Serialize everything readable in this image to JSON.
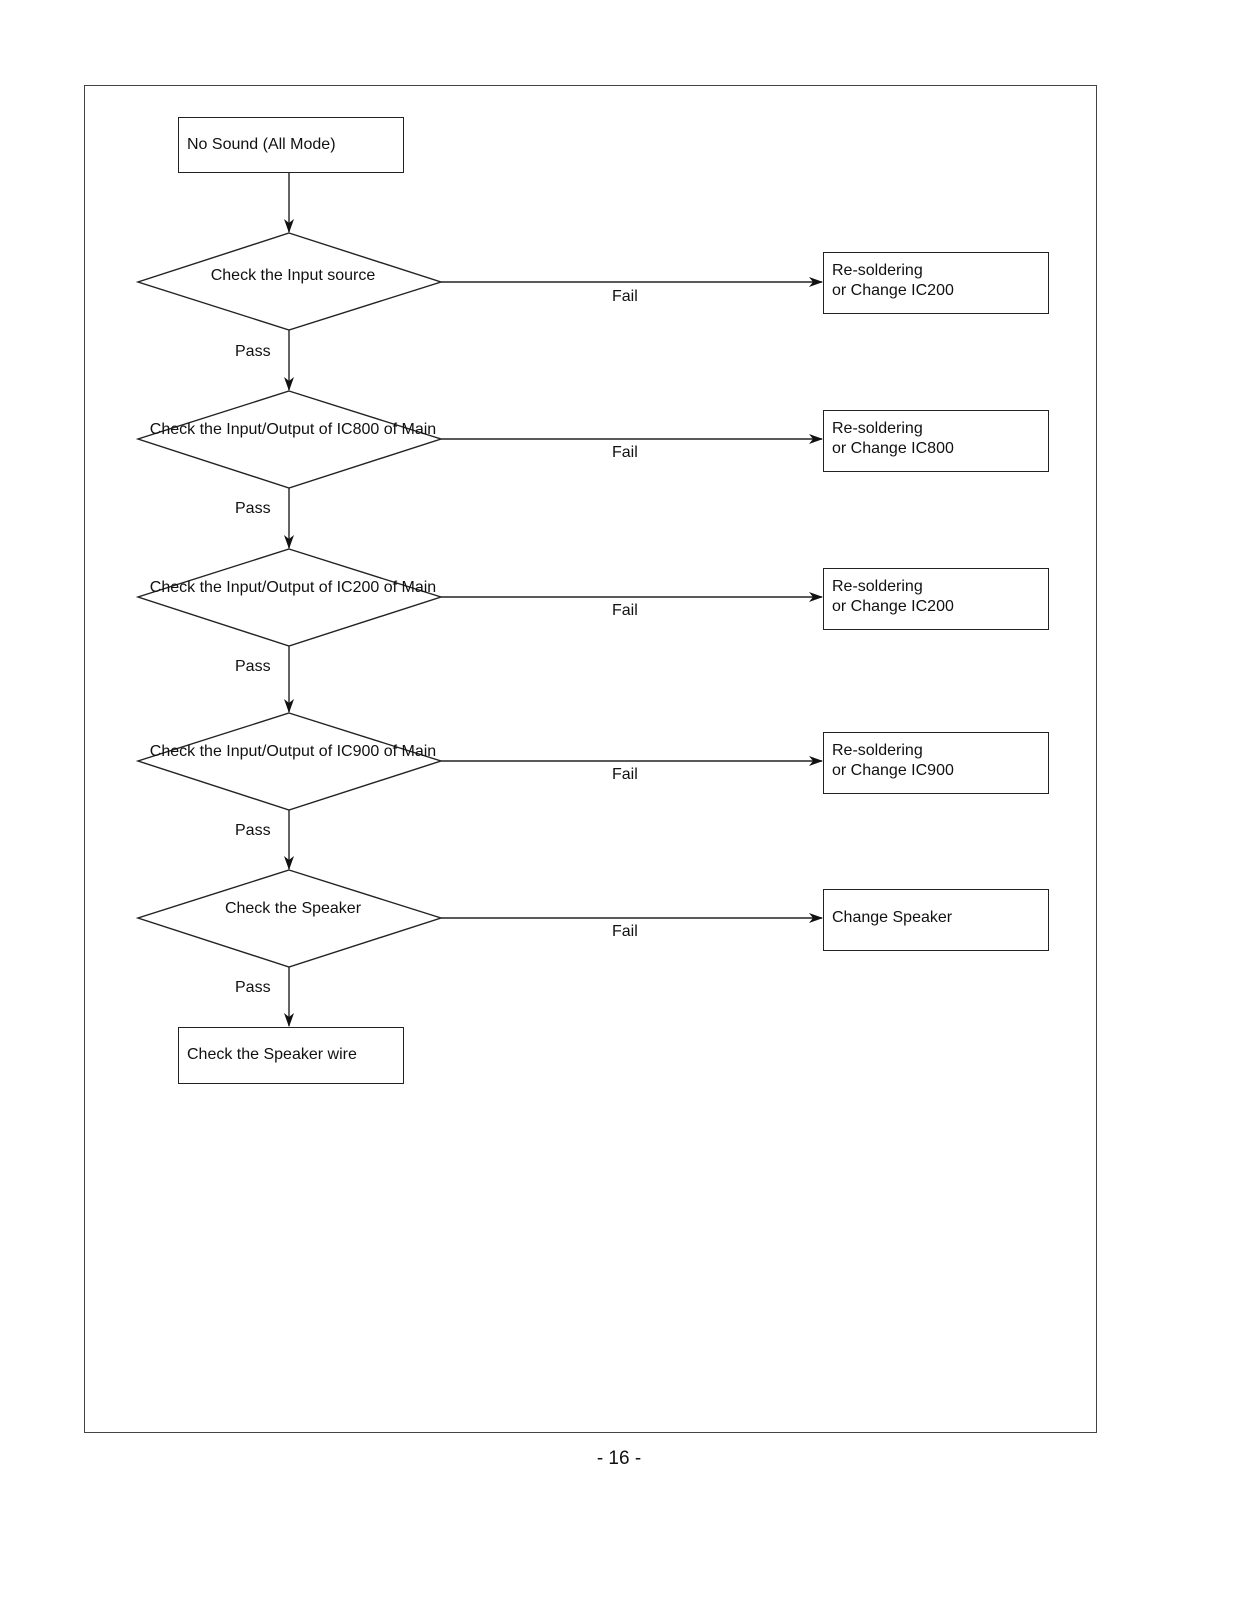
{
  "flowchart": {
    "start": "No Sound (All Mode)",
    "checks": [
      {
        "lines": [
          "Check the Input source"
        ],
        "fail_label": "Fail",
        "pass_label": "Pass",
        "action": [
          "Re-soldering",
          "or Change IC200"
        ]
      },
      {
        "lines": [
          "Check the Input/Output",
          "of IC800 of Main"
        ],
        "fail_label": "Fail",
        "pass_label": "Pass",
        "action": [
          "Re-soldering",
          "or Change IC800"
        ]
      },
      {
        "lines": [
          "Check the Input/Output",
          "of IC200 of Main"
        ],
        "fail_label": "Fail",
        "pass_label": "Pass",
        "action": [
          "Re-soldering",
          "or Change IC200"
        ]
      },
      {
        "lines": [
          "Check the Input/Output",
          "of IC900 of Main"
        ],
        "fail_label": "Fail",
        "pass_label": "Pass",
        "action": [
          "Re-soldering",
          "or Change IC900"
        ]
      },
      {
        "lines": [
          "Check the Speaker"
        ],
        "fail_label": "Fail",
        "pass_label": "Pass",
        "action": [
          "Change Speaker"
        ]
      }
    ],
    "end": "Check the Speaker wire"
  },
  "page_number": "- 16 -"
}
